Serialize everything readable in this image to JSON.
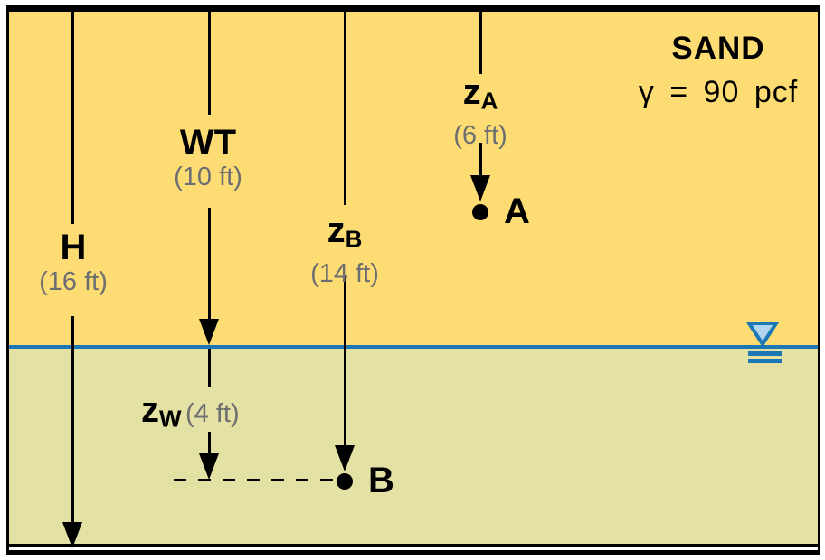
{
  "material": {
    "name": "SAND",
    "unit_weight": "γ = 90 pcf"
  },
  "markers": {
    "H": {
      "symbol": "H",
      "dimension": "(16 ft)"
    },
    "WT": {
      "symbol": "WT",
      "dimension": "(10 ft)"
    },
    "zA": {
      "symbol": "z",
      "subscript": "A",
      "dimension": "(6 ft)"
    },
    "zB": {
      "symbol": "z",
      "subscript": "B",
      "dimension": "(14 ft)"
    },
    "zW": {
      "symbol": "z",
      "subscript": "W",
      "dimension": "(4 ft)"
    }
  },
  "points": {
    "A": {
      "label": "A"
    },
    "B": {
      "label": "B"
    }
  },
  "colors": {
    "sand": "#fcdc73",
    "saturated_soil": "#e4e1a4",
    "water_table_line": "#1b78b5",
    "water_symbol_fill": "#b0d5ed",
    "dimension_text": "#6d6e71",
    "line": "#000000"
  }
}
